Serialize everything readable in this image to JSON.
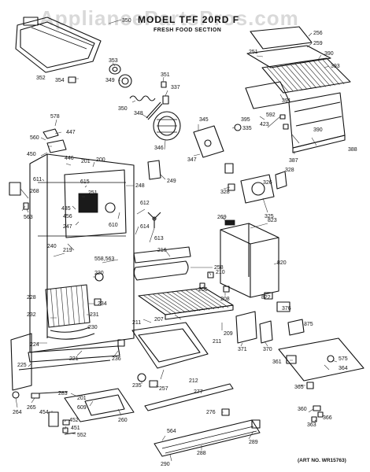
{
  "title": "MODEL TFF 20RD F",
  "subtitle": "FRESH FOOD SECTION",
  "watermark": "AppliancePartsPros.com",
  "art_number": "(ART NO. WR15763)",
  "callouts": {
    "c350": "350",
    "c352": "352",
    "c353": "353",
    "c354": "354",
    "c349": "349",
    "c351": "351",
    "c337": "337",
    "c348": "348",
    "c345": "345",
    "c335": "335",
    "c346": "346",
    "c347": "347",
    "c256": "256",
    "c259": "259",
    "c251a": "251",
    "c390a": "390",
    "c393": "393",
    "c391": "391",
    "c395": "395",
    "c592": "592",
    "c423": "423",
    "c390b": "390",
    "c388": "388",
    "c387": "387",
    "c578": "578",
    "c447": "447",
    "c560": "560",
    "c450": "450",
    "c446": "446",
    "c201a": "201",
    "c200": "200",
    "c611": "611",
    "c615": "615",
    "c251b": "251",
    "c248": "248",
    "c249": "249",
    "c268": "268",
    "c563": "563",
    "c435": "435",
    "c456": "456",
    "c247": "247",
    "c610": "610",
    "c612": "612",
    "c614": "614",
    "c613": "613",
    "c240": "240",
    "c219": "219",
    "c558": "558,563",
    "c216": "216",
    "c258": "258",
    "c220": "220",
    "c328a": "328",
    "c328b": "328",
    "c326": "326",
    "c325": "325",
    "c269": "269",
    "c823": "823",
    "c820": "820",
    "c210": "210",
    "c206": "206",
    "c208": "208",
    "c822": "822",
    "c228": "228",
    "c234": "234",
    "c232": "232",
    "c231": "231",
    "c230": "230",
    "c207": "207",
    "c211a": "211",
    "c209": "209",
    "c211b": "211",
    "c371": "371",
    "c370": "370",
    "c376": "376",
    "c375": "375",
    "c224": "224",
    "c221": "221",
    "c236": "236",
    "c225": "225",
    "c212": "212",
    "c361": "361",
    "c575": "575",
    "c364": "364",
    "c235": "235",
    "c257": "257",
    "c277": "277",
    "c365": "365",
    "c360": "360",
    "c366": "366",
    "c363": "363",
    "c264": "264",
    "c265": "265",
    "c283": "283",
    "c201b": "201",
    "c609": "609",
    "c260": "260",
    "c454": "454",
    "c452": "452",
    "c451": "451",
    "c552": "552",
    "c276": "276",
    "c564": "564",
    "c289": "289",
    "c288": "288",
    "c290": "290"
  }
}
